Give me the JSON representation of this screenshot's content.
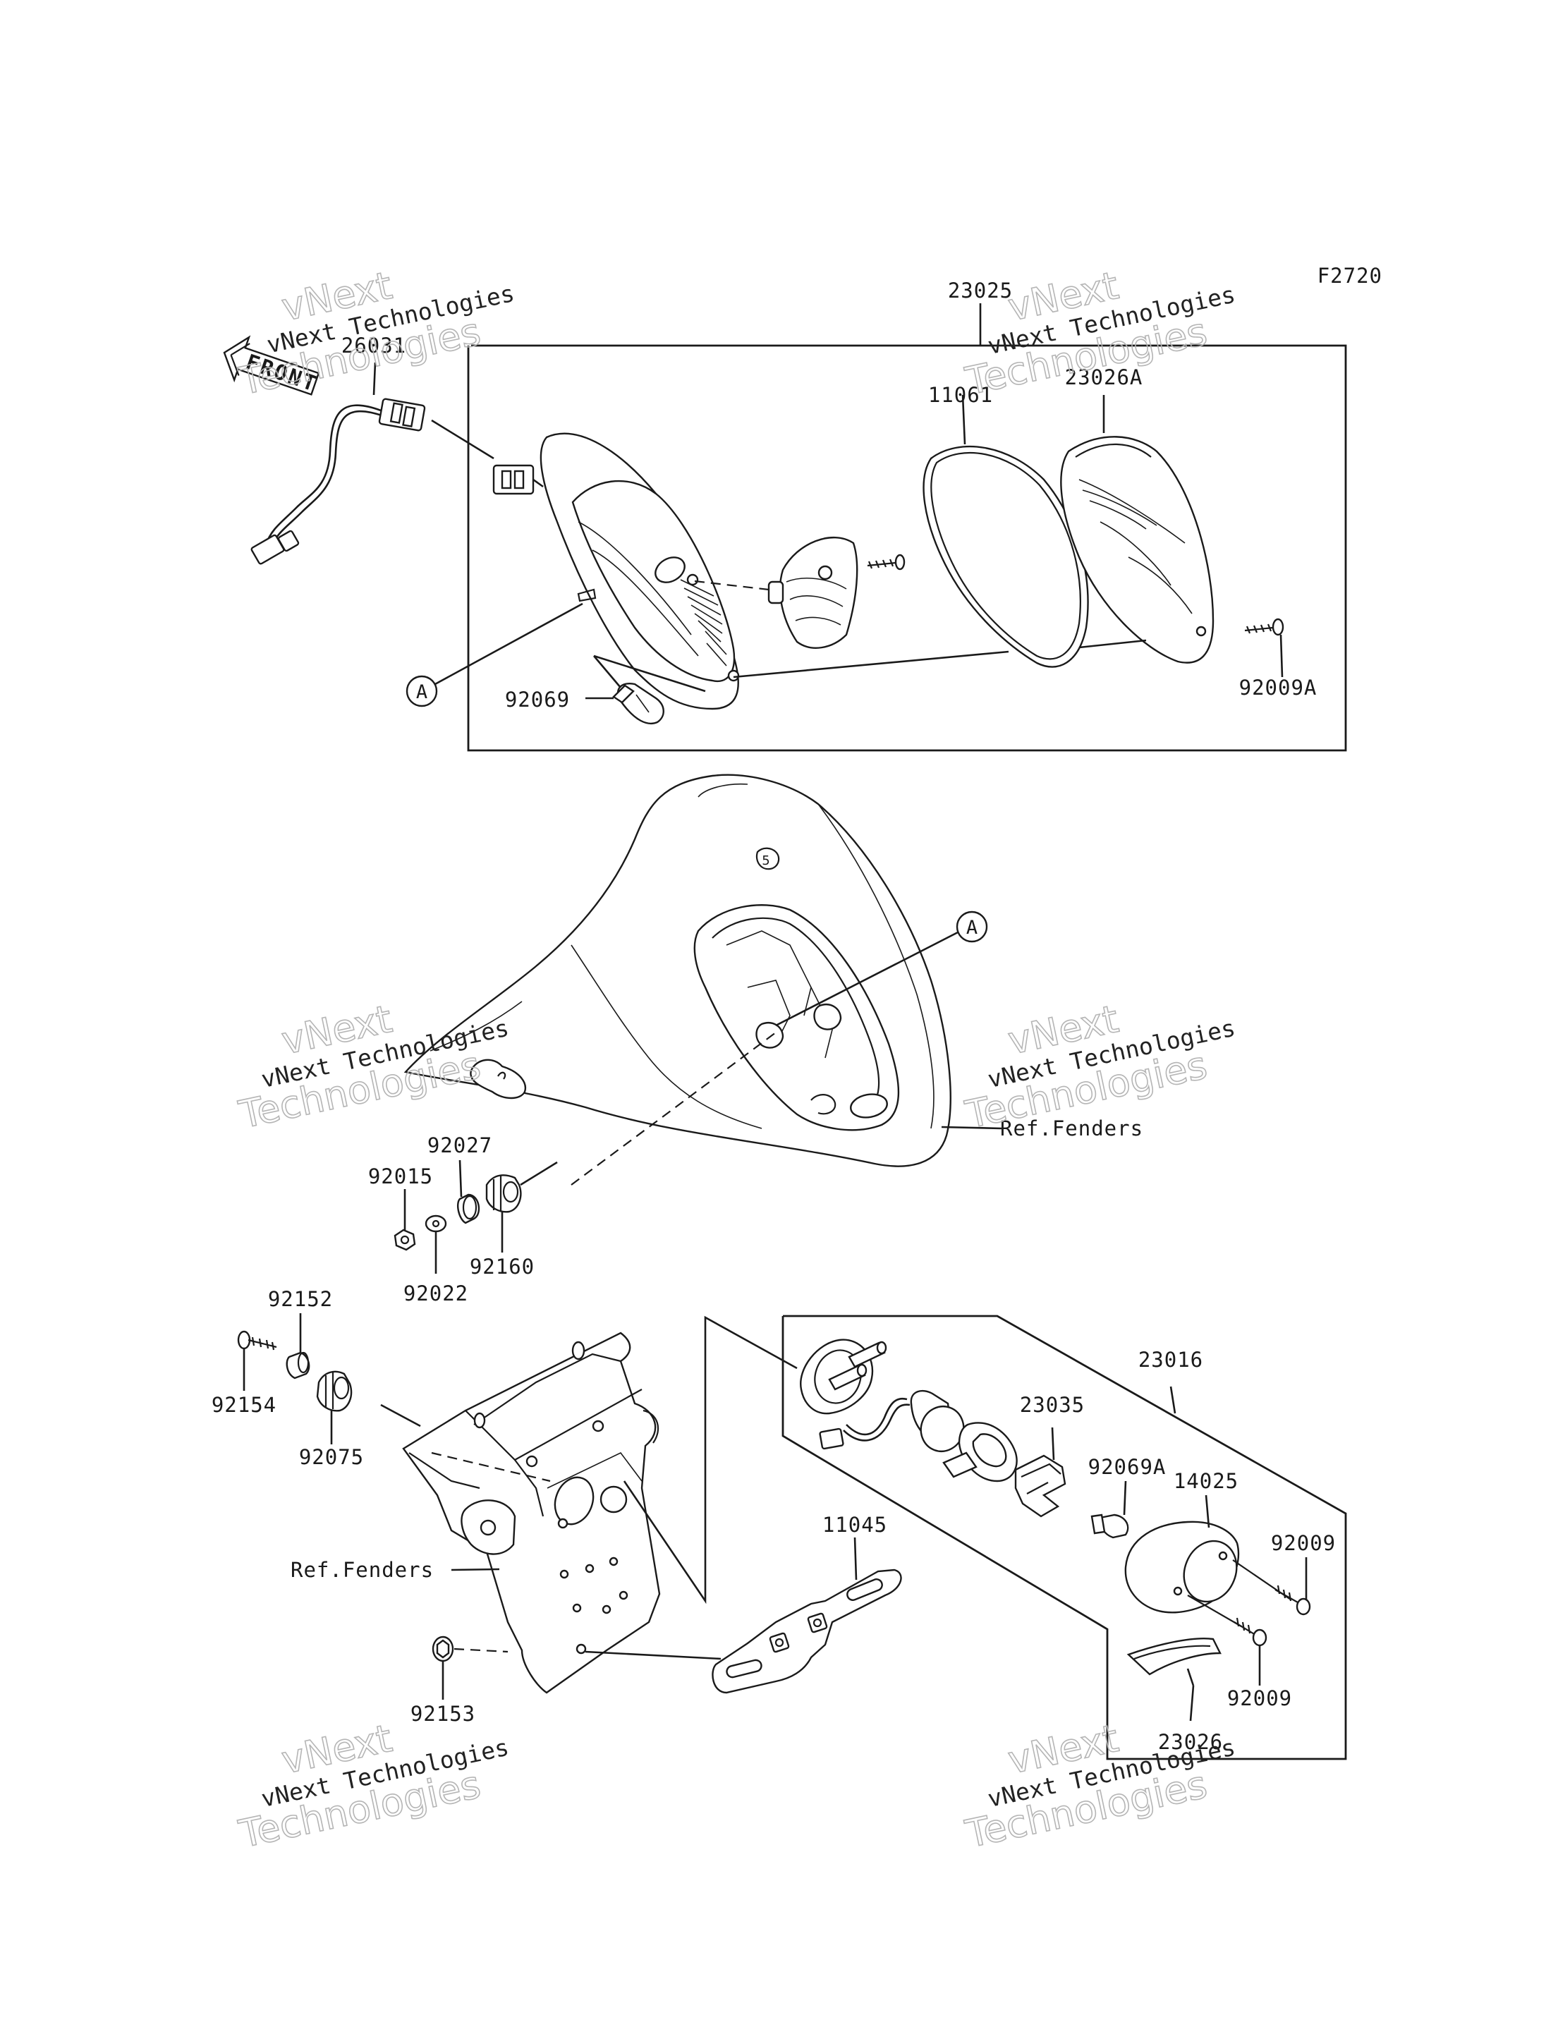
{
  "figure_code": "F2720",
  "front_arrow_text": "FRONT",
  "ref_marker_letter": "A",
  "watermark": {
    "line1": "vNext Technologies",
    "line2": "vNext",
    "line3": "Technologies"
  },
  "part_labels": {
    "p26031": "26031",
    "p23025": "23025",
    "p11061": "11061",
    "p23026A": "23026A",
    "p92009A": "92009A",
    "p92069": "92069",
    "p92027": "92027",
    "p92015": "92015",
    "p92022": "92022",
    "p92160": "92160",
    "p92152": "92152",
    "p92154": "92154",
    "p92075": "92075",
    "p23016": "23016",
    "p23035": "23035",
    "p92069A": "92069A",
    "p14025": "14025",
    "p92009_top": "92009",
    "p92009_bottom": "92009",
    "p11045": "11045",
    "p23026": "23026",
    "p92153": "92153",
    "ref_fenders_1": "Ref.Fenders",
    "ref_fenders_2": "Ref.Fenders"
  }
}
